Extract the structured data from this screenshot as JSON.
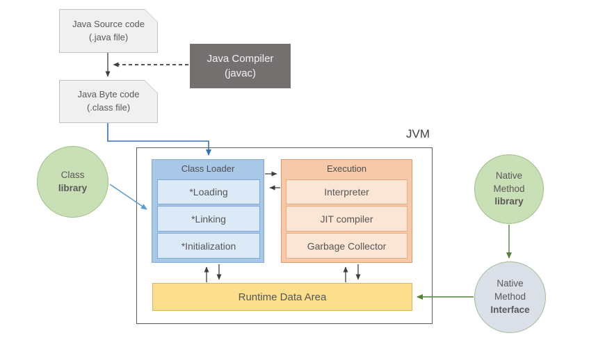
{
  "diagram": {
    "jvm_label": "JVM",
    "nodes": {
      "source": {
        "line1": "Java Source code",
        "line2": "(.java file)"
      },
      "compiler": {
        "line1": "Java Compiler",
        "line2": "(javac)"
      },
      "bytecode": {
        "line1": "Java Byte code",
        "line2": "(.class file)"
      },
      "class_loader": {
        "title": "Class Loader",
        "items": [
          "*Loading",
          "*Linking",
          "*Initialization"
        ]
      },
      "execution": {
        "title": "Execution",
        "items": [
          "Interpreter",
          "JIT compiler",
          "Garbage Collector"
        ]
      },
      "runtime": {
        "label": "Runtime Data Area"
      },
      "class_library": {
        "line1": "Class",
        "line2_bold": "library"
      },
      "native_library": {
        "line1": "Native",
        "line2": "Method",
        "line3_bold": "library"
      },
      "native_interface": {
        "line1": "Native",
        "line2": "Method",
        "line3_bold": "Interface"
      }
    },
    "colors": {
      "class_loader_fill": "#a9c7e6",
      "class_loader_inner_fill": "#dce9f7",
      "execution_fill": "#f6c9a8",
      "execution_inner_fill": "#fbe5d5",
      "runtime_fill": "#fbdf8d",
      "library_circle_fill": "#c9dfb6",
      "interface_circle_fill": "#dbdfe8",
      "compiler_fill": "#757070",
      "document_fill": "#f0f0f0",
      "arrow_dark_blue": "#2e75b6",
      "arrow_light_blue": "#5b9bd5",
      "arrow_green": "#538135",
      "arrow_black": "#3d3d3d"
    }
  }
}
